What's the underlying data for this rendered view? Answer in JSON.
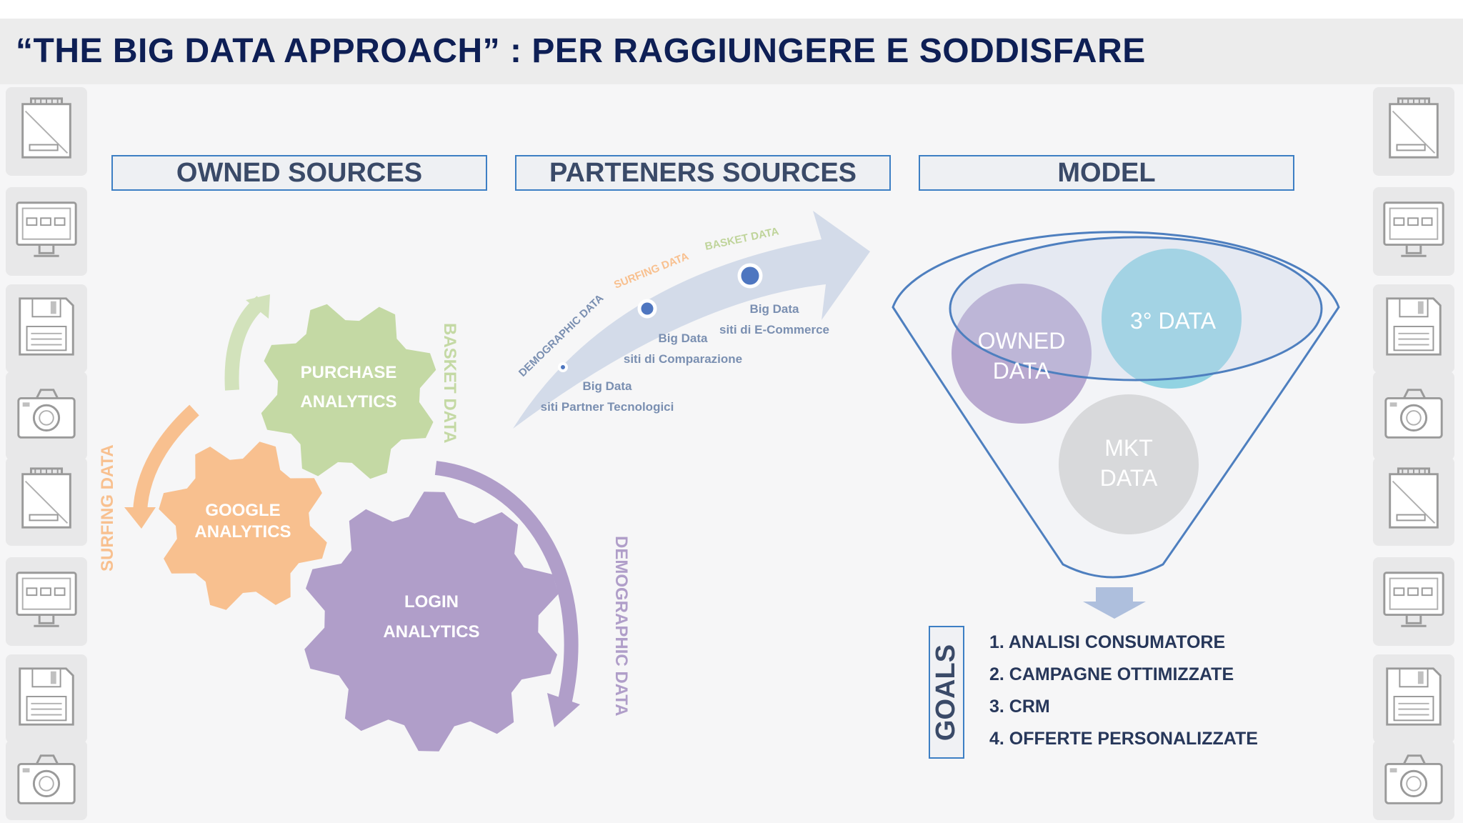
{
  "title": "“THE BIG DATA APPROACH” : PER RAGGIUNGERE E SODDISFARE",
  "headers": {
    "owned": "OWNED SOURCES",
    "partners": "PARTENERS SOURCES",
    "model": "MODEL"
  },
  "gears": {
    "purchase_1": "PURCHASE",
    "purchase_2": "ANALYTICS",
    "google_1": "GOOGLE",
    "google_2": "ANALYTICS",
    "login_1": "LOGIN",
    "login_2": "ANALYTICS"
  },
  "cycle_labels": {
    "basket": "BASKET DATA",
    "surfing": "SURFING DATA",
    "demographic": "DEMOGRAPHIC DATA"
  },
  "partners_arrow": {
    "demographic": "DEMOGRAPHIC DATA",
    "surfing": "SURFING DATA",
    "basket": "BASKET DATA",
    "points": [
      {
        "line1": "Big Data",
        "line2": "siti Partner Tecnologici"
      },
      {
        "line1": "Big Data",
        "line2": "siti di Comparazione"
      },
      {
        "line1": "Big Data",
        "line2": "siti  di E-Commerce"
      }
    ]
  },
  "model": {
    "owned_1": "OWNED",
    "owned_2": "DATA",
    "third": "3° DATA",
    "mkt_1": "MKT",
    "mkt_2": "DATA"
  },
  "goals": {
    "label": "GOALS",
    "items": [
      "1. ANALISI CONSUMATORE",
      "2. CAMPAGNE OTTIMIZZATE",
      "3. CRM",
      "4. OFFERTE PERSONALIZZATE"
    ]
  },
  "colors": {
    "title": "#0e1f55",
    "header_border": "#3d7fc4",
    "purchase_gear": "#c4d9a4",
    "google_gear": "#f8c08f",
    "login_gear": "#b09ec9",
    "owned_circle": "#b3a1cb",
    "third_circle": "#8acfe0",
    "mkt_circle": "#d6d6d8"
  },
  "icons": [
    "memory-card-icon",
    "monitor-icon",
    "floppy-disk-icon",
    "camera-icon",
    "memory-card-icon",
    "monitor-icon",
    "floppy-disk-icon",
    "camera-icon"
  ]
}
